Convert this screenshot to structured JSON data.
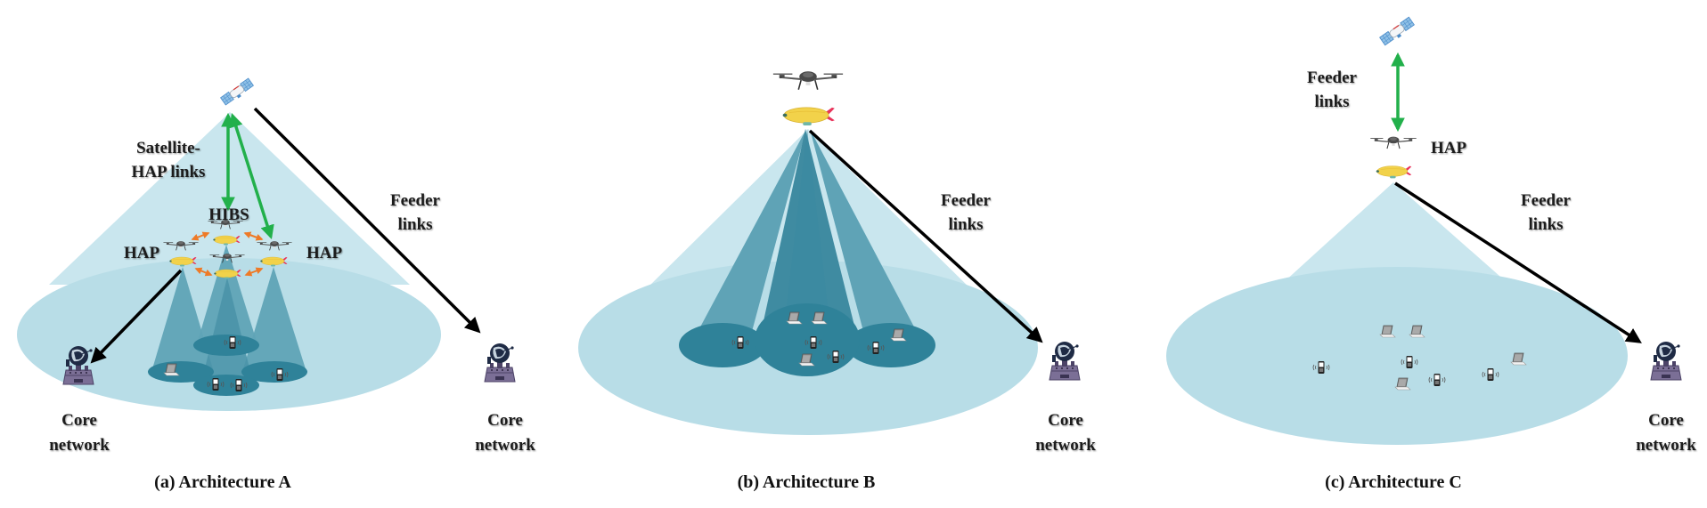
{
  "figure": {
    "panels": [
      {
        "id": "a",
        "caption": "(a) Architecture A",
        "labels": {
          "sat_hap_links_line1": "Satellite-",
          "sat_hap_links_line2": "HAP links",
          "hibs": "HIBS",
          "hap_left": "HAP",
          "hap_right": "HAP",
          "feeder_line1": "Feeder",
          "feeder_line2": "links",
          "core_left_line1": "Core",
          "core_left_line2": "network",
          "core_right_line1": "Core",
          "core_right_line2": "network"
        },
        "device_counts": {
          "laptops": 1,
          "phones": 4
        },
        "cells": 4
      },
      {
        "id": "b",
        "caption": "(b) Architecture B",
        "labels": {
          "feeder_line1": "Feeder",
          "feeder_line2": "links",
          "core_line1": "Core",
          "core_line2": "network"
        },
        "device_counts": {
          "laptops": 4,
          "phones": 4
        },
        "cells": 3
      },
      {
        "id": "c",
        "caption": "(c) Architecture C",
        "labels": {
          "feeder_top_line1": "Feeder",
          "feeder_top_line2": "links",
          "hap": "HAP",
          "feeder_line1": "Feeder",
          "feeder_line2": "links",
          "core_line1": "Core",
          "core_line2": "network"
        },
        "device_counts": {
          "laptops": 4,
          "phones": 4
        },
        "cells": 1
      }
    ],
    "colors": {
      "cone": "#c9e6ee",
      "ground": "#b8dde7",
      "beam_light": "#5fa3b6",
      "beam_dark": "#3f8ba1",
      "cell": "#2f8299",
      "sat_link": "#22b04b",
      "feeder": "#000000",
      "inter_hap": "#ee7a27",
      "airship": "#f2d24a",
      "fin": "#e8335a",
      "dish": "#1f2b45",
      "dish_base": "#7b6f96"
    },
    "icons": {
      "satellite": "satellite-icon",
      "drone": "drone-icon",
      "airship": "airship-icon",
      "ground_station": "ground-station-icon",
      "laptop": "laptop-icon",
      "phone": "phone-icon"
    }
  }
}
